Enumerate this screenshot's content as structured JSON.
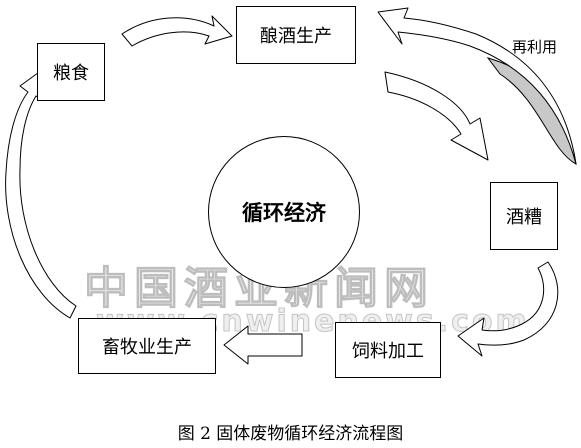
{
  "nodes": {
    "grain": "粮食",
    "brewing": "酿酒生产",
    "lees": "酒糟",
    "feed": "饲料加工",
    "livestock": "畜牧业生产"
  },
  "center": "循环经济",
  "reuse_label": "再利用",
  "watermark": {
    "chinese": "中国酒业新闻网",
    "url": "www.cnwinenews.com"
  },
  "caption": "图 2    固体废物循环经济流程图"
}
